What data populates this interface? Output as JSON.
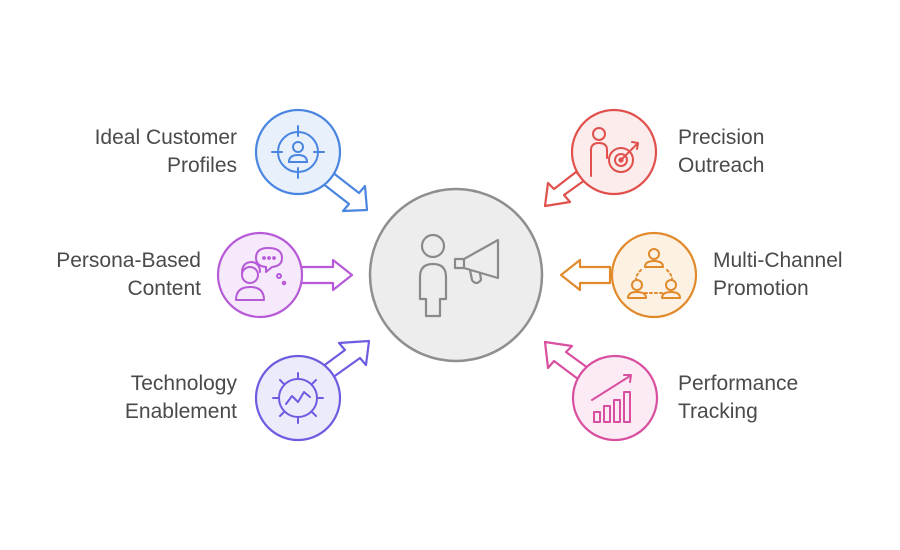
{
  "center": {
    "icon": "person-megaphone-icon",
    "color": "#8a8a8a"
  },
  "items": [
    {
      "key": "ideal-customer-profiles",
      "line1": "Ideal Customer",
      "line2": "Profiles",
      "icon": "target-person-icon",
      "color": "#4a86e0",
      "fill": "#e8f0fc"
    },
    {
      "key": "persona-based-content",
      "line1": "Persona-Based",
      "line2": "Content",
      "icon": "person-speech-bubble-icon",
      "color": "#b65ad8",
      "fill": "#f5e9fb"
    },
    {
      "key": "technology-enablement",
      "line1": "Technology",
      "line2": "Enablement",
      "icon": "gear-chart-icon",
      "color": "#6c5ce0",
      "fill": "#ecebfb"
    },
    {
      "key": "precision-outreach",
      "line1": "Precision",
      "line2": "Outreach",
      "icon": "person-target-arrow-icon",
      "color": "#e0504c",
      "fill": "#fdecec"
    },
    {
      "key": "multi-channel-promotion",
      "line1": "Multi-Channel",
      "line2": "Promotion",
      "icon": "people-network-icon",
      "color": "#e08a2c",
      "fill": "#fdf1e4"
    },
    {
      "key": "performance-tracking",
      "line1": "Performance",
      "line2": "Tracking",
      "icon": "bar-chart-trend-icon",
      "color": "#d94fa0",
      "fill": "#fcebf5"
    }
  ]
}
